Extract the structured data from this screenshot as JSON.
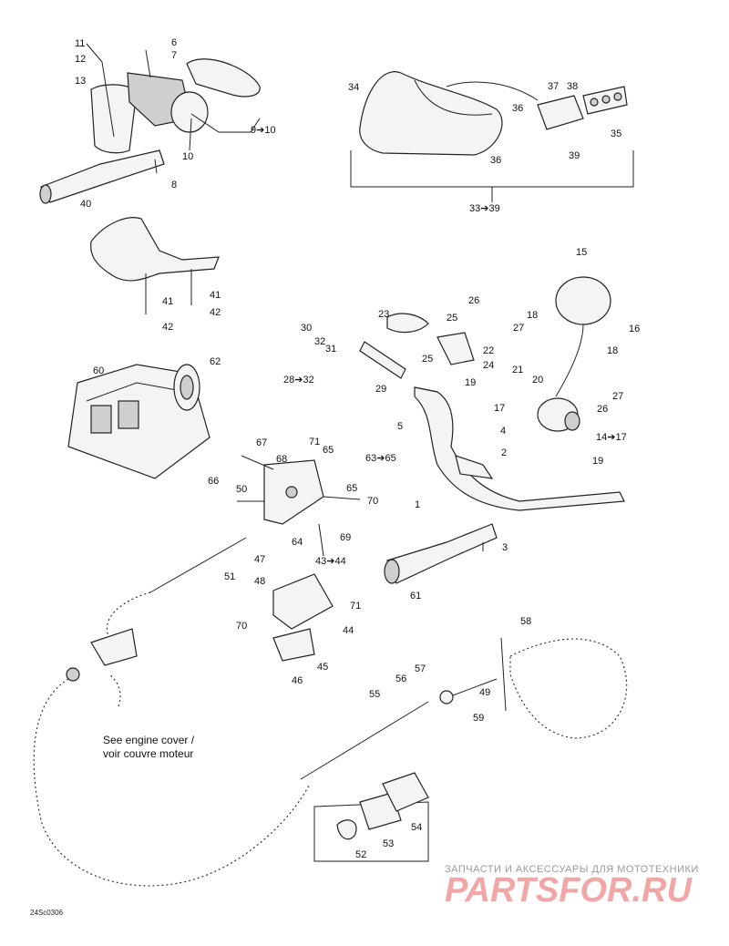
{
  "labels": {
    "l1": "1",
    "l2": "2",
    "l3": "3",
    "l4": "4",
    "l5": "5",
    "l6": "6",
    "l7": "7",
    "l8": "8",
    "l9_10": "9➔10",
    "l10": "10",
    "l11": "11",
    "l12": "12",
    "l13": "13",
    "l14_17": "14➔17",
    "l15": "15",
    "l16": "16",
    "l17": "17",
    "l18a": "18",
    "l18b": "18",
    "l19a": "19",
    "l19b": "19",
    "l20": "20",
    "l21": "21",
    "l22": "22",
    "l23": "23",
    "l24": "24",
    "l25a": "25",
    "l25b": "25",
    "l26a": "26",
    "l26b": "26",
    "l27a": "27",
    "l27b": "27",
    "l28_32": "28➔32",
    "l29": "29",
    "l30": "30",
    "l31": "31",
    "l32": "32",
    "l33_39": "33➔39",
    "l34": "34",
    "l35": "35",
    "l36a": "36",
    "l36b": "36",
    "l37": "37",
    "l38": "38",
    "l39": "39",
    "l40": "40",
    "l41a": "41",
    "l41b": "41",
    "l42a": "42",
    "l42b": "42",
    "l43_44": "43➔44",
    "l44": "44",
    "l45": "45",
    "l46": "46",
    "l47": "47",
    "l48": "48",
    "l49": "49",
    "l50": "50",
    "l51": "51",
    "l52": "52",
    "l53": "53",
    "l54": "54",
    "l55": "55",
    "l56": "56",
    "l57": "57",
    "l58": "58",
    "l59": "59",
    "l60": "60",
    "l61": "61",
    "l62": "62",
    "l63_65": "63➔65",
    "l64": "64",
    "l65a": "65",
    "l65b": "65",
    "l66": "66",
    "l67": "67",
    "l68": "68",
    "l69": "69",
    "l70a": "70",
    "l70b": "70",
    "l71a": "71",
    "l71b": "71"
  },
  "note": {
    "line1": "See engine cover /",
    "line2": "voir couvre moteur"
  },
  "drawing_code": "24Sc0306",
  "watermark": {
    "tagline": "ЗАПЧАСТИ И АКСЕССУАРЫ ДЛЯ МОТОТЕХНИКИ",
    "brand": "PARTSFOR.RU"
  }
}
